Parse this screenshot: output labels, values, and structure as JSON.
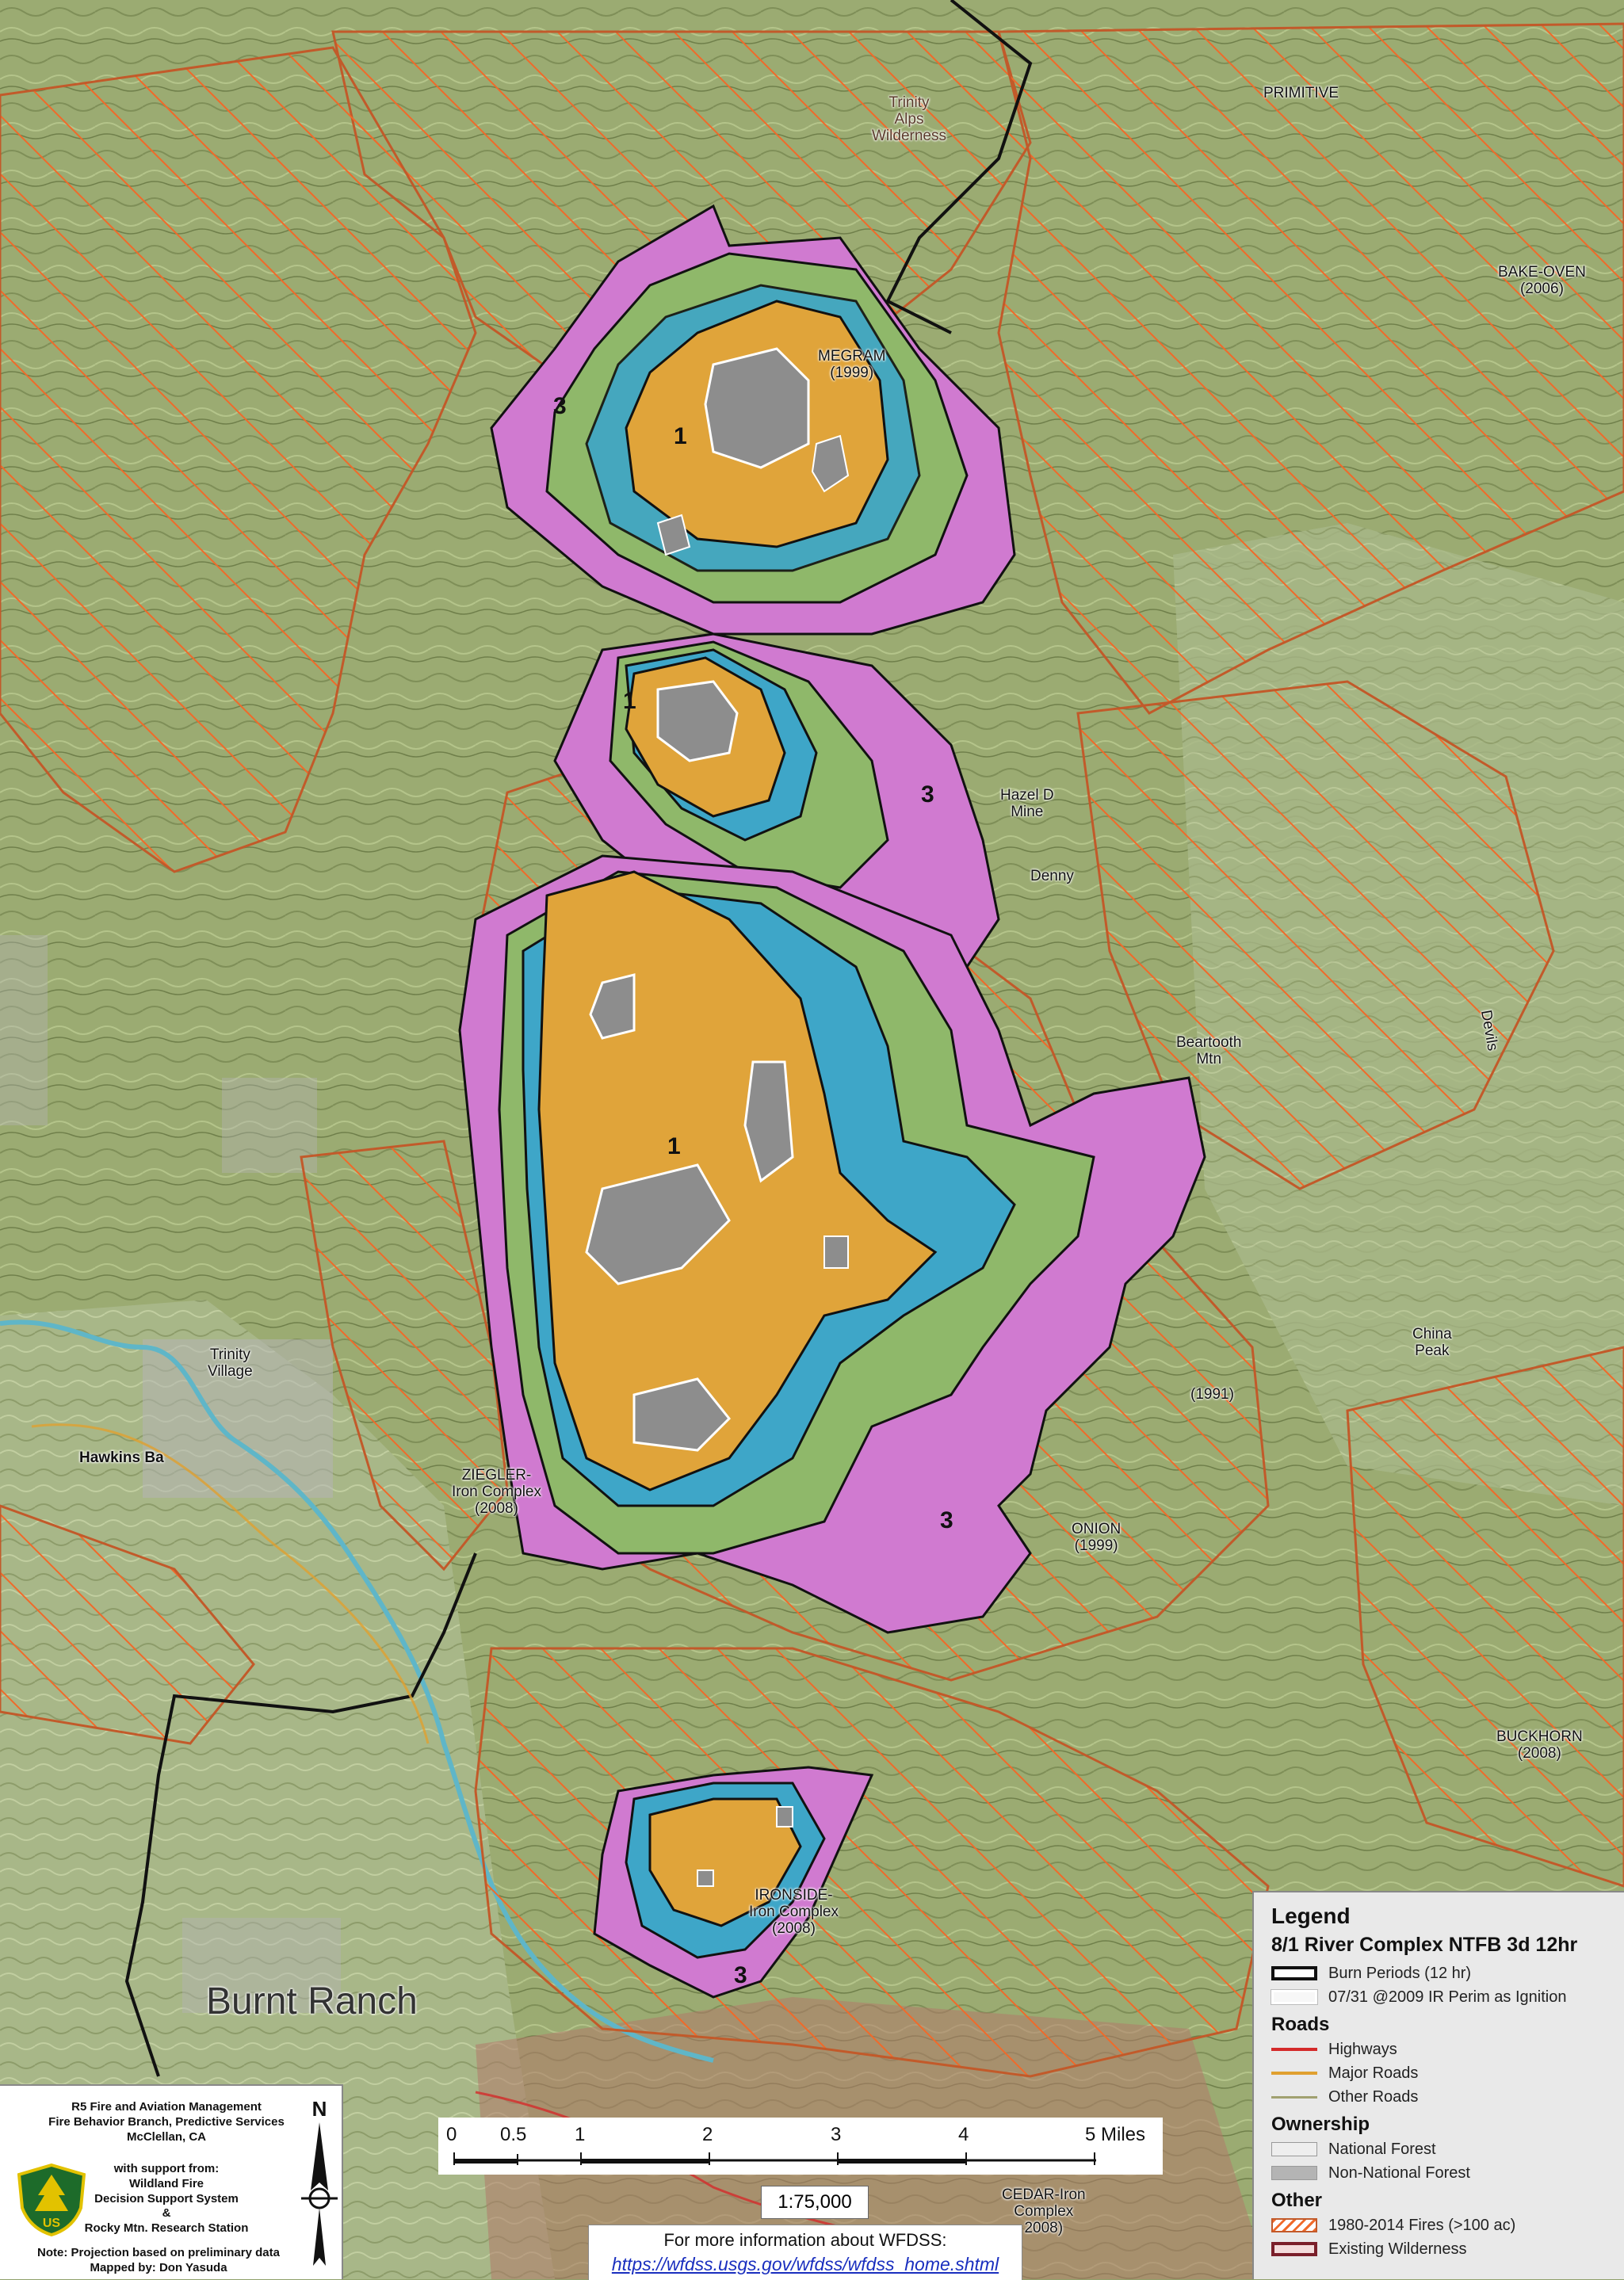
{
  "labels": {
    "megram": {
      "name": "MEGRAM",
      "year": "(1999)"
    },
    "bake_oven": {
      "name": "BAKE-OVEN",
      "year": "(2006)"
    },
    "ziegler": {
      "name": "ZIEGLER-",
      "sub": "Iron Complex",
      "year": "(2008)"
    },
    "onion": {
      "name": "ONION",
      "year": "(1999)"
    },
    "fire_1991": {
      "year": "(1991)"
    },
    "buckhorn": {
      "name": "BUCKHORN",
      "year": "(2008)"
    },
    "ironside": {
      "name": "IRONSIDE-",
      "sub": "Iron Complex",
      "year": "(2008)"
    },
    "cedar": {
      "name": "CEDAR-Iron",
      "sub": "Complex",
      "year": "2008)"
    },
    "trinity_alps": {
      "l1": "Trinity",
      "l2": "Alps",
      "l3": "Wilderness"
    },
    "trinity_village": {
      "l1": "Trinity",
      "l2": "Village"
    },
    "hawkins_bar": {
      "l1": "Hawkins Ba"
    },
    "burnt_ranch": {
      "l1": "Burnt Ranch"
    },
    "hazel_mine": {
      "l1": "Hazel D",
      "l2": "Mine"
    },
    "denny": {
      "l1": "Denny"
    },
    "bear_mtn": {
      "l1": "Beartooth",
      "l2": "Mtn"
    },
    "china_peak": {
      "l1": "China",
      "l2": "Peak"
    },
    "devils": {
      "l1": "Devils"
    },
    "primitive": {
      "l1": "PRIMITIVE"
    },
    "zone_numbers": [
      "1",
      "1",
      "1",
      "3",
      "3",
      "3",
      "3"
    ]
  },
  "legend": {
    "title": "Legend",
    "subtitle": "8/1 River Complex NTFB 3d 12hr",
    "items_top": [
      "Burn Periods (12 hr)",
      "07/31 @2009 IR Perim as Ignition"
    ],
    "roads_title": "Roads",
    "roads": [
      "Highways",
      "Major Roads",
      "Other Roads"
    ],
    "ownership_title": "Ownership",
    "ownership": [
      "National Forest",
      "Non-National Forest"
    ],
    "other_title": "Other",
    "other": [
      "1980-2014 Fires (>100 ac)",
      "Existing Wilderness"
    ],
    "colors": {
      "highway": "#d42a2a",
      "major_road": "#e0a030",
      "other_road": "#a0a070",
      "national_forest": "#eeeeee",
      "non_national_forest": "#b4b4b4",
      "fire_hatch": "#f06a2a",
      "wilderness": "#7a1f2a"
    }
  },
  "scale": {
    "ticks": [
      "0",
      "0.5",
      "1",
      "2",
      "3",
      "4",
      "5 Miles"
    ],
    "ratio": "1:75,000"
  },
  "info": {
    "text": "For more information about WFDSS:",
    "url": "https://wfdss.usgs.gov/wfdss/wfdss_home.shtml"
  },
  "credits": {
    "lines": [
      "R5 Fire and Aviation Management",
      "Fire Behavior Branch, Predictive Services",
      "McClellan, CA"
    ],
    "support": [
      "with support from:",
      "Wildland Fire",
      "Decision Support System",
      "&",
      "Rocky Mtn. Research Station"
    ],
    "note": [
      "Note: Projection based on preliminary data",
      "Mapped by: Don Yasuda"
    ],
    "badge_text": "US"
  },
  "north_label": "N"
}
